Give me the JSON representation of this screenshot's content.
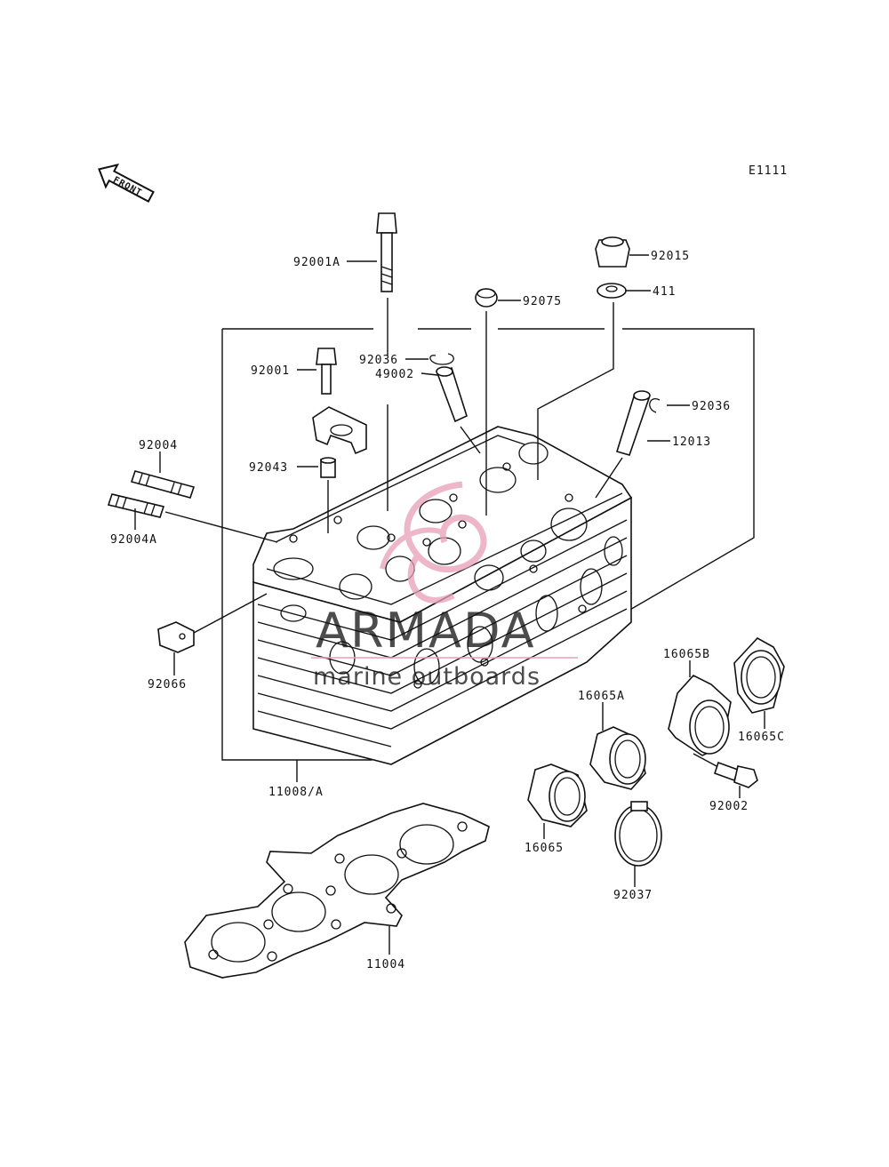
{
  "diagram": {
    "code": "E1111",
    "front_label": "FRONT",
    "labels": {
      "p92001A": "92001A",
      "p92015": "92015",
      "p92075": "92075",
      "p411": "411",
      "p92036a": "92036",
      "p92001": "92001",
      "p49002": "49002",
      "p92036b": "92036",
      "p12013": "12013",
      "p92004": "92004",
      "p92043": "92043",
      "p92004A": "92004A",
      "p92066": "92066",
      "p16065B": "16065B",
      "p16065A": "16065A",
      "p16065C": "16065C",
      "p11008A": "11008/A",
      "p92002": "92002",
      "p16065": "16065",
      "p92037": "92037",
      "p11004": "11004"
    }
  },
  "watermark": {
    "brand": "ARMADA",
    "tagline": "marine outboards",
    "color": "#e8a0b8",
    "text_color": "#9a9a9a"
  }
}
